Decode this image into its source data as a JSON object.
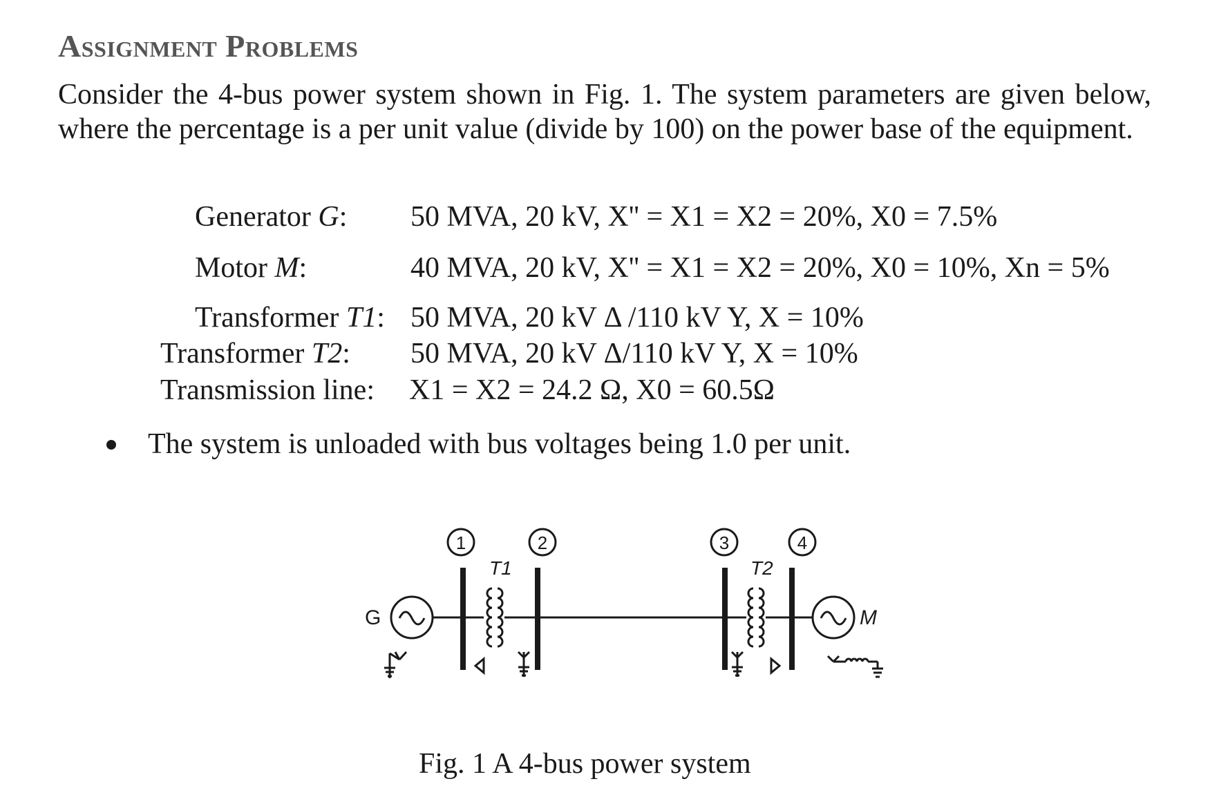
{
  "heading": "Assignment Problems",
  "intro": "Consider the 4-bus power system shown in Fig. 1. The system parameters are given below, where the percentage is a per unit value (divide by 100) on the power base of the equipment.",
  "params": {
    "generator": {
      "label_pre": "Generator ",
      "label_var": "G",
      "label_post": ":",
      "value": "50 MVA, 20 kV, X'' = X1 = X2 = 20%, X0 = 7.5%"
    },
    "motor": {
      "label_pre": "Motor ",
      "label_var": "M",
      "label_post": ":",
      "value": "40 MVA, 20 kV, X'' = X1 = X2 = 20%, X0 = 10%, Xn = 5%"
    },
    "transformer1": {
      "label_pre": "Transformer ",
      "label_var": "T1",
      "label_post": ":",
      "value": "50 MVA, 20 kV Δ /110 kV Y, X = 10%"
    },
    "transformer2": {
      "label_pre": "Transformer ",
      "label_var": "T2",
      "label_post": ":",
      "value": "50 MVA, 20 kV Δ/110 kV Y, X = 10%"
    },
    "line": {
      "label": "Transmission line:",
      "value": "X1 = X2 = 24.2 Ω, X0 = 60.5Ω"
    }
  },
  "bullet": "The system is unloaded with bus voltages being 1.0 per unit.",
  "diagram": {
    "bus_labels": [
      "1",
      "2",
      "3",
      "4"
    ],
    "t1_label": "T1",
    "t2_label": "T2",
    "generator_label": "G",
    "motor_label": "M"
  },
  "caption": "Fig. 1 A 4-bus power system"
}
